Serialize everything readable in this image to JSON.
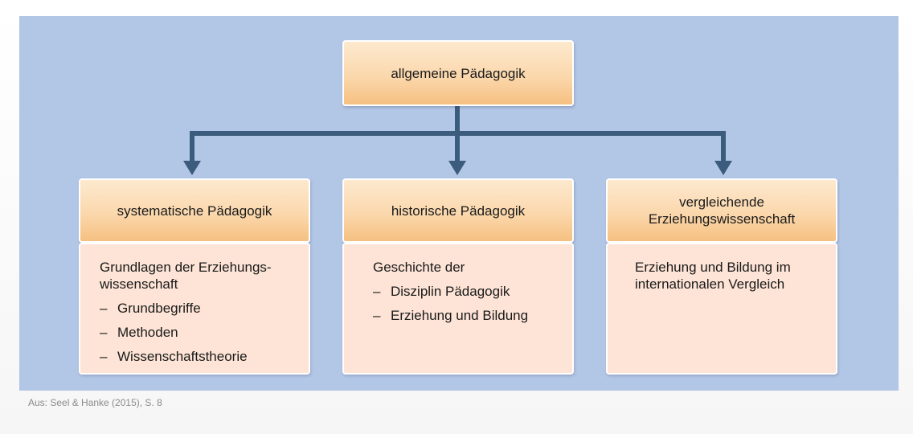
{
  "diagram": {
    "root": {
      "label": "allgemeine Pädagogik"
    },
    "branches": [
      {
        "title": "systematische Pädagogik",
        "intro": "Grundlagen der Erziehungs-\nwissenschaft",
        "items": [
          "Grundbegriffe",
          "Methoden",
          "Wissenschaftstheorie"
        ]
      },
      {
        "title": "historische Pädagogik",
        "intro": "Geschichte der",
        "items": [
          "Disziplin Pädagogik",
          "Erziehung und Bildung"
        ]
      },
      {
        "title": "vergleichende\nErziehungswissenschaft",
        "intro": "Erziehung und Bildung im\ninternationalen Vergleich",
        "items": []
      }
    ],
    "dash": "–",
    "colors": {
      "background": "#b2c6e6",
      "connector": "#3b5c7c",
      "header_top": "#fde9cf",
      "header_bottom": "#f6c081",
      "body": "#fde4d6"
    }
  },
  "footer": {
    "source": "Aus: Seel & Hanke (2015), S. 8"
  }
}
